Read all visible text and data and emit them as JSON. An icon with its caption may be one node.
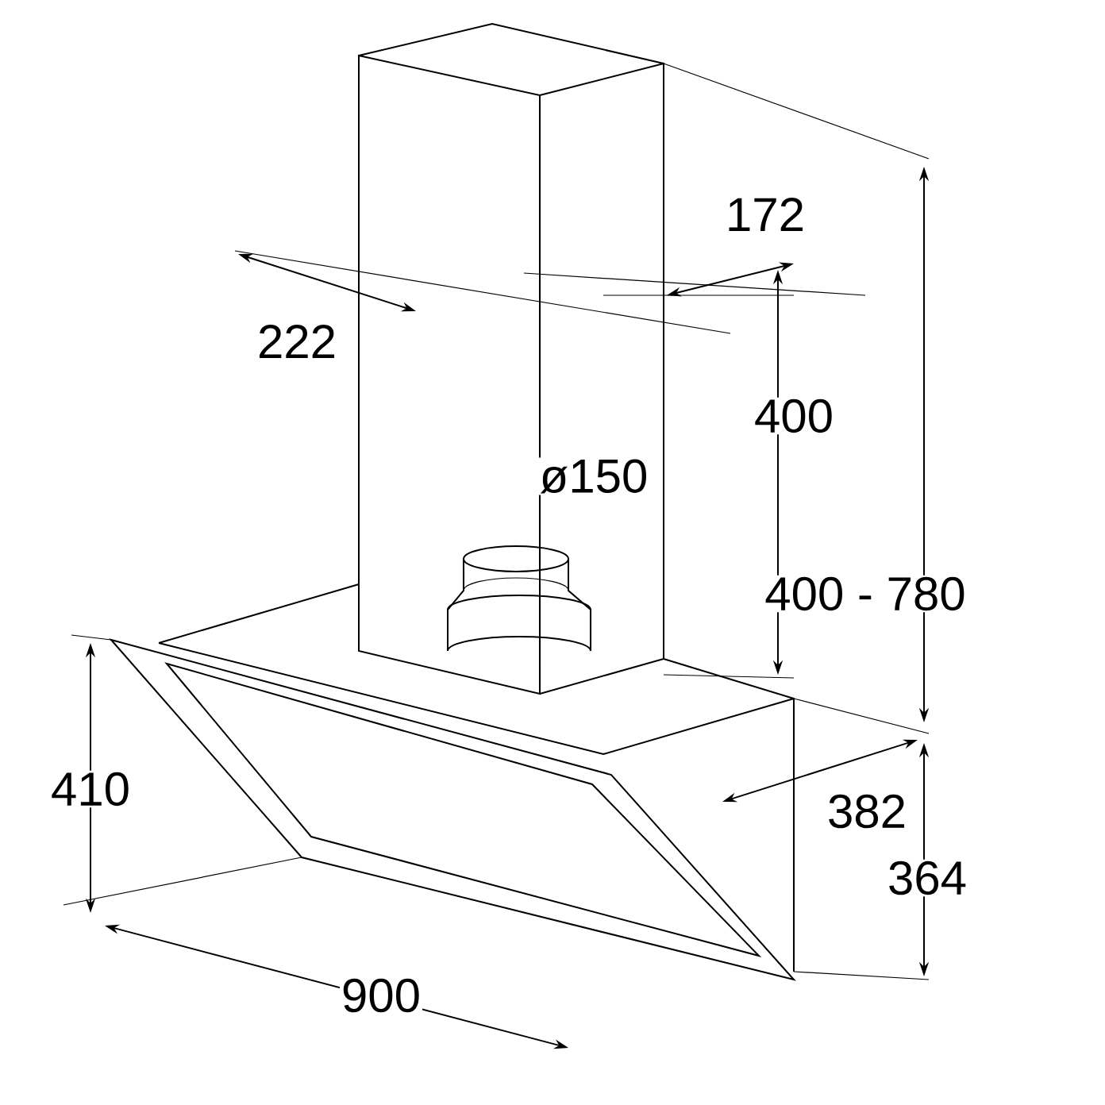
{
  "diagram": {
    "labels": [
      "172",
      "222",
      "400",
      "ø150",
      "400 - 780",
      "410",
      "382",
      "364",
      "900"
    ]
  }
}
